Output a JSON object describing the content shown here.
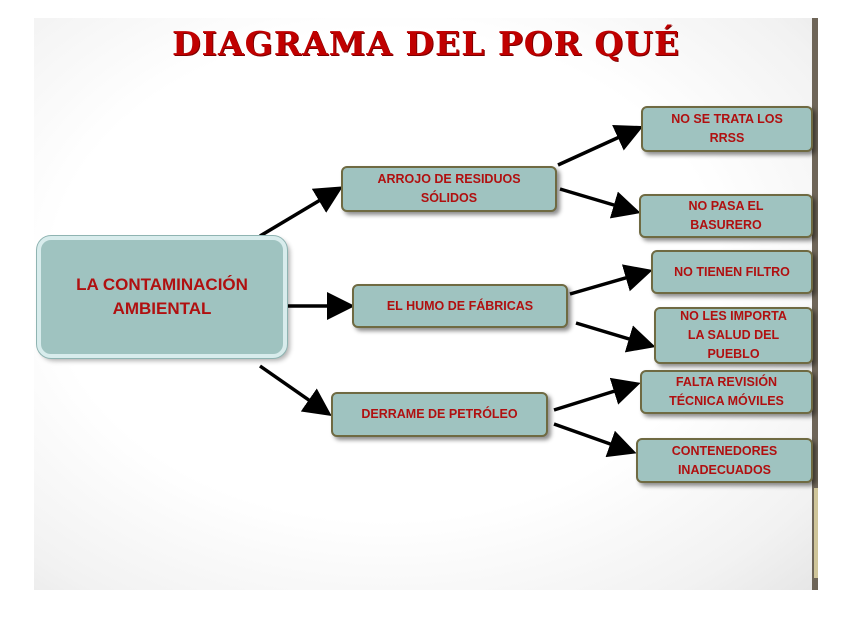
{
  "title": "DIAGRAMA DEL POR QUÉ",
  "root": "LA CONTAMINACIÓN\nAMBIENTAL",
  "causes": [
    {
      "label": "ARROJO DE RESIDUOS\nSÓLIDOS",
      "reasons": [
        "NO SE TRATA LOS\nRRSS",
        "NO PASA EL\nBASURERO"
      ]
    },
    {
      "label": "EL HUMO DE FÁBRICAS",
      "reasons": [
        "NO TIENEN FILTRO",
        "NO LES IMPORTA\nLA SALUD DEL\nPUEBLO"
      ]
    },
    {
      "label": "DERRAME DE PETRÓLEO",
      "reasons": [
        "FALTA REVISIÓN\nTÉCNICA MÓVILES",
        "CONTENEDORES\nINADECUADOS"
      ]
    }
  ],
  "colors": {
    "title": "#c00000",
    "box_fill": "#9fc3c0",
    "box_border": "#6f6a42",
    "text": "#b01010",
    "arrow": "#000000"
  }
}
